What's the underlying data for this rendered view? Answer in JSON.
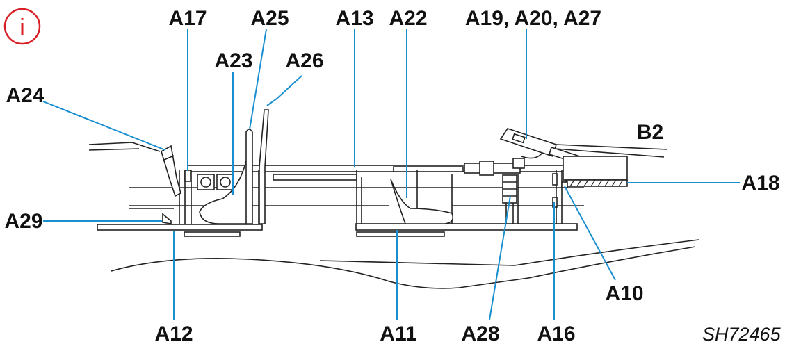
{
  "info_icon": {
    "symbol": "i",
    "icon": "info-icon",
    "color": "#d81f26"
  },
  "leader_color": "#1a8fd0",
  "labels": {
    "a17": "A17",
    "a25": "A25",
    "a13": "A13",
    "a22": "A22",
    "a19_20_27": "A19, A20, A27",
    "a23": "A23",
    "a26": "A26",
    "a24": "A24",
    "b2": "B2",
    "a18": "A18",
    "a29": "A29",
    "a10": "A10",
    "a12": "A12",
    "a11": "A11",
    "a28": "A28",
    "a16": "A16"
  },
  "drawing_code": "SH72465"
}
